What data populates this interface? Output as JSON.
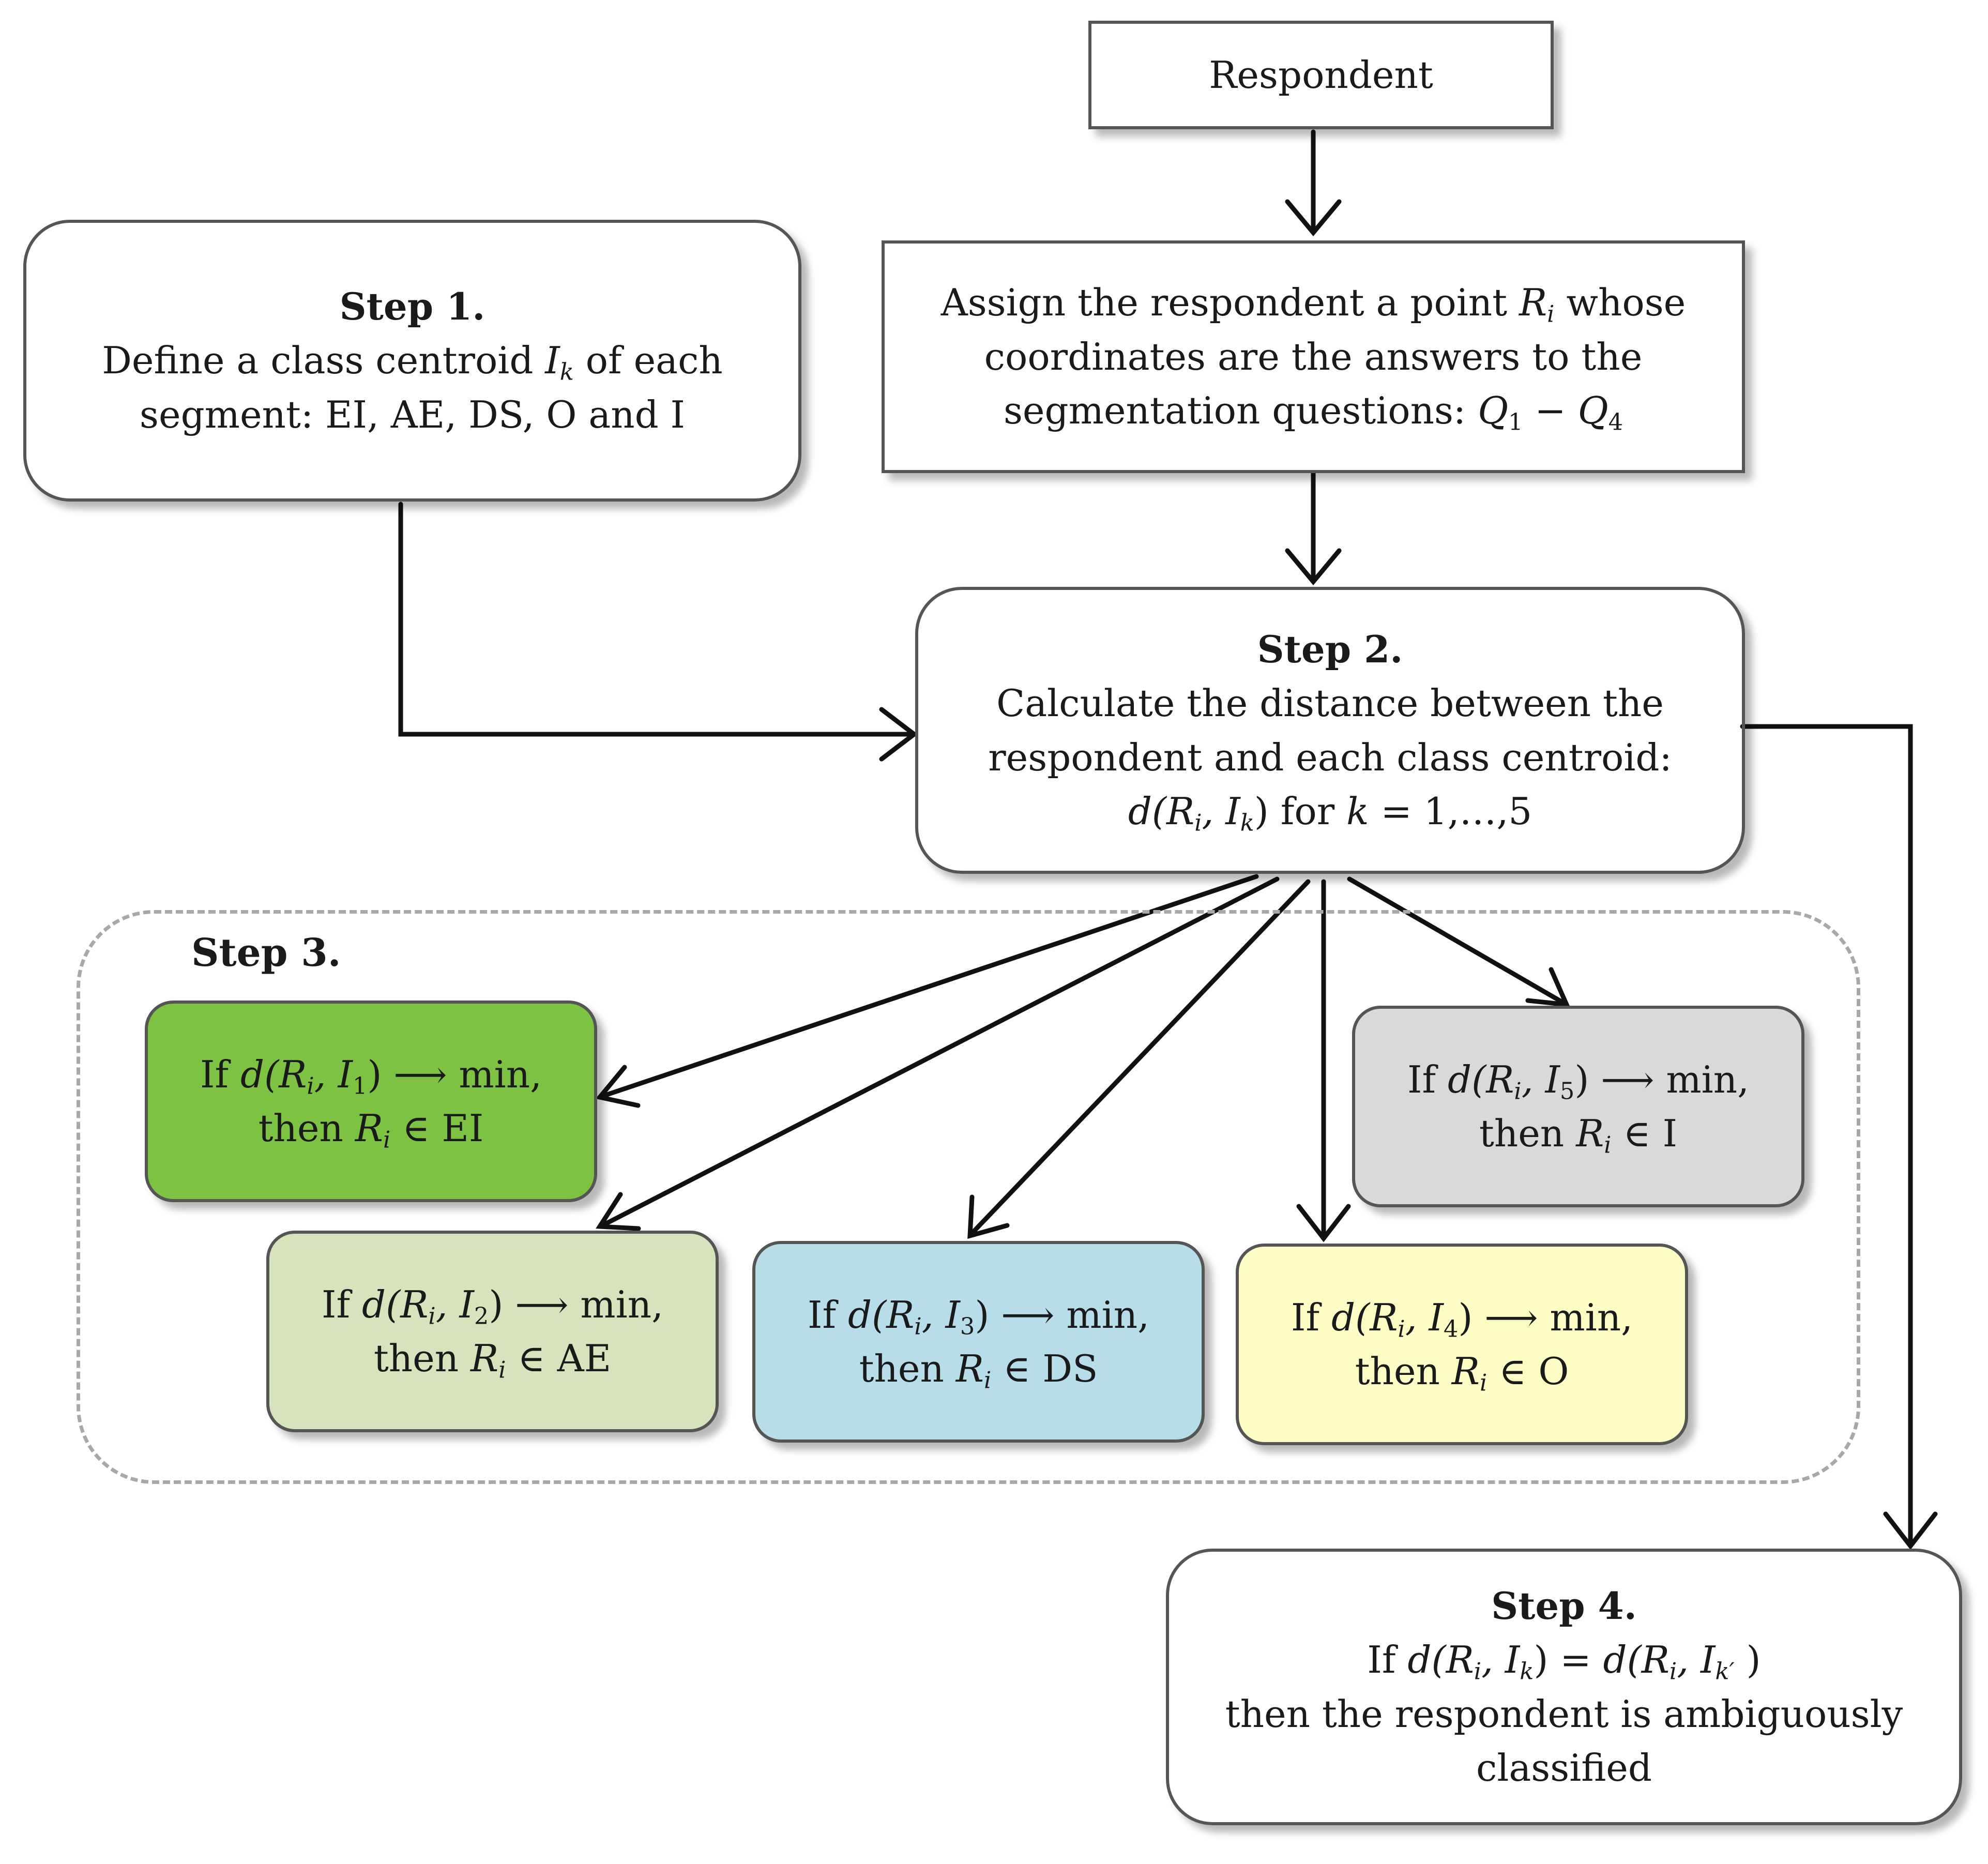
{
  "respondent": {
    "label": "Respondent"
  },
  "assign": {
    "line1_pre": "Assign the respondent a point ",
    "line1_var": "R",
    "line1_sub": "i",
    "line1_post": " whose",
    "line2": "coordinates are the answers to the",
    "line3_pre": "segmentation questions: ",
    "line3_q1": "Q",
    "line3_q1_sub": "1",
    "line3_minus": " − ",
    "line3_q4": "Q",
    "line3_q4_sub": "4"
  },
  "step1": {
    "title": "Step 1.",
    "line1_pre": "Define a class centroid ",
    "line1_var": "I",
    "line1_sub": "k",
    "line1_post": " of each",
    "line2": "segment: EI, AE, DS, O and I"
  },
  "step2": {
    "title": "Step 2.",
    "line1": "Calculate the distance between the",
    "line2": "respondent and each class centroid:",
    "formula_d": "d(R",
    "formula_sub_i": "i",
    "formula_comma": ", I",
    "formula_sub_k": "k",
    "formula_close": ")",
    "formula_for": " for ",
    "formula_k": "k",
    "formula_range": " = 1,…,5"
  },
  "step3": {
    "title": "Step 3.",
    "rules": [
      {
        "index": "1",
        "segment": "EI",
        "color": "#7dc242"
      },
      {
        "index": "2",
        "segment": "AE",
        "color": "#d6e3bc"
      },
      {
        "index": "3",
        "segment": "DS",
        "color": "#b7dde8"
      },
      {
        "index": "4",
        "segment": "O",
        "color": "#fefdc5"
      },
      {
        "index": "5",
        "segment": "I",
        "color": "#d9d9d9"
      }
    ],
    "if_word": "If ",
    "d_open": "d(R",
    "i_sub": "i",
    "comma_I": ", I",
    "close_arrow": ") ⟶ min,",
    "then_word": "then ",
    "R": "R",
    "in_sym": " ∈ "
  },
  "step4": {
    "title": "Step 4.",
    "if_word": "If ",
    "d_open": "d(R",
    "i_sub": "i",
    "comma_I": ", I",
    "k_sub": "k",
    "eq": ") = ",
    "d_open2": "d(R",
    "comma_I2": ", I",
    "k_sub2": "k",
    "prime": "′",
    "close": " )",
    "line2": "then the respondent is ambiguously",
    "line3": "classified"
  },
  "colors": {
    "stroke": "#111111",
    "border": "#555555",
    "dashed": "#a8a8a8"
  }
}
